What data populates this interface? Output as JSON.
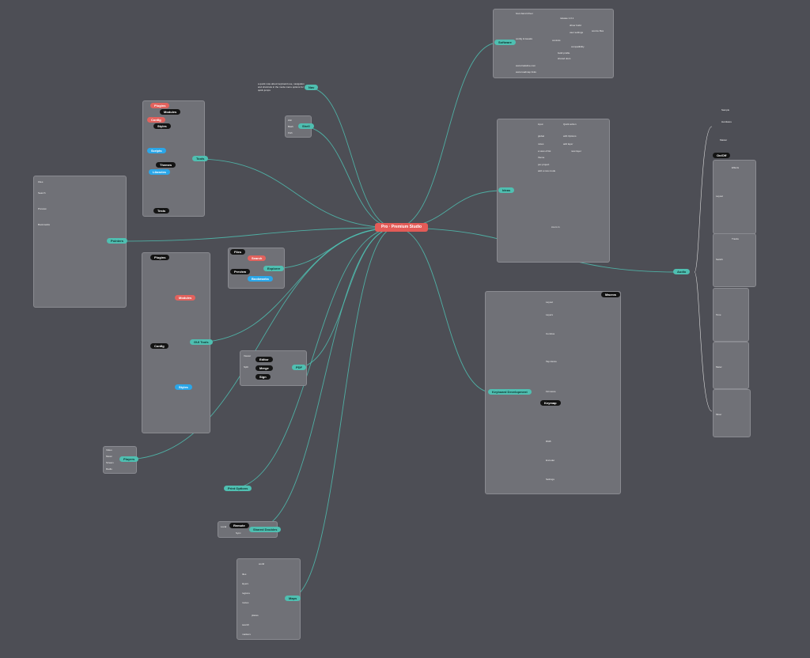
{
  "root": {
    "label": "Pro · Premium Studio"
  },
  "branches": {
    "software": "Software",
    "ideas": "Ideas",
    "audio": "Audio",
    "keyboard": "Keyboard Development",
    "pointers": "Pointers",
    "nav": "Nav",
    "shell": "Shell",
    "tools": "Tools",
    "explorer": "Explorer",
    "gui_tools": "GUI Tools",
    "pdf": "PDF",
    "players": "Players",
    "print_options": "Print Options",
    "shared_doubles": "Shared Doubles",
    "maps": "Maps"
  },
  "software": {
    "items": [
      "boot-band driver",
      "config & tweaks",
      "release 1.0.1",
      "driver build",
      "user settings",
      "source files",
      "controls",
      "compatibility",
      "build profile",
      "shared docs",
      "www.tradeline.com",
      "www.roadmap links"
    ]
  },
  "ideas": {
    "items": [
      "input",
      "Quick action",
      "global",
      "with Options",
      "notes",
      "add layer",
      "a view of list",
      "new layer",
      "theme",
      "per-project",
      "add a new mode",
      "zoom in"
    ]
  },
  "audio": {
    "items": [
      "Sample",
      "Hardware",
      "Master",
      "On/Off",
      "Layout",
      "Switch",
      "Tone",
      "Meter",
      "Mixer",
      "Effects",
      "Tracks"
    ]
  },
  "keyboard": {
    "items": [
      "Layout",
      "Layers",
      "Combos",
      "Macros",
      "Tap dance",
      "Firmware",
      "Keymap",
      "RGB",
      "Encoder",
      "Settings"
    ]
  },
  "tools": {
    "items": [
      "Plugins",
      "Modules",
      "Config",
      "Styles",
      "Scripts",
      "Themes",
      "Libraries",
      "Tests"
    ]
  },
  "maps": {
    "items": [
      "world",
      "tiles",
      "layers",
      "regions",
      "routes",
      "places",
      "search",
      "markers"
    ]
  },
  "misc": {
    "nav_note": "a quick note about keyboard use, navigation and shortcuts in the mode menu options for quick jumps",
    "shell_items": [
      "Zsh",
      "Bash",
      "Fish"
    ],
    "pdf_items": [
      "Viewer",
      "Editor",
      "Split",
      "Merge",
      "Sign"
    ],
    "players_items": [
      "Video",
      "Music",
      "Stream",
      "Radio"
    ],
    "shared_items": [
      "Local",
      "Remote",
      "Sync"
    ],
    "explorer_items": [
      "Files",
      "Search",
      "Preview",
      "Bookmarks"
    ]
  },
  "colors": {
    "background": "#4d4e55",
    "panel": "#707177",
    "teal": "#4fbfb1",
    "root": "#e35b57",
    "red_tag": "#e2625d",
    "blue_tag": "#2aa6e8",
    "dark_tag": "#141414"
  }
}
